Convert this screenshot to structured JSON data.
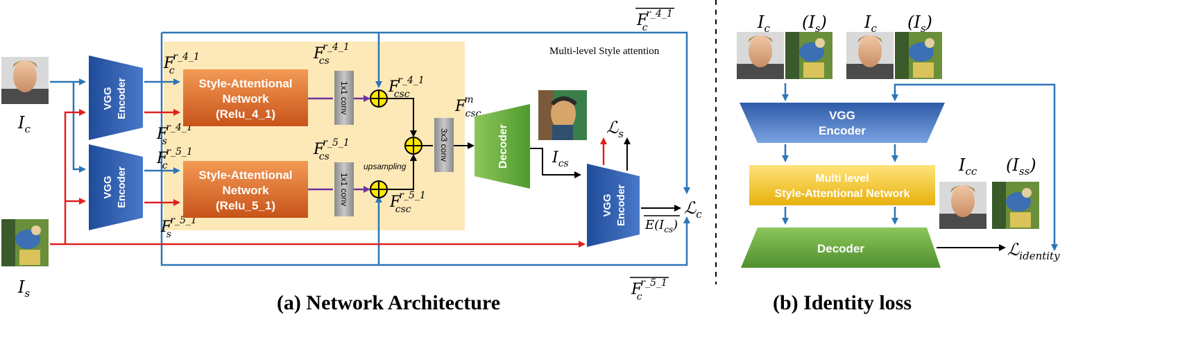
{
  "panel_a": {
    "caption": "(a) Network Architecture",
    "multi_level_label": "Multi-level Style attention",
    "encoder_label_line1": "VGG",
    "encoder_label_line2": "Encoder",
    "san_top_line1": "Style-Attentional",
    "san_top_line2": "Network",
    "san_top_line3": "(Relu_4_1)",
    "san_bottom_line1": "Style-Attentional",
    "san_bottom_line2": "Network",
    "san_bottom_line3": "(Relu_5_1)",
    "conv1_label": "1x1 conv",
    "conv3_label": "3x3 conv",
    "decoder_label": "Decoder",
    "upsampling_label": "upsampling",
    "input_content": "I",
    "input_content_sub": "c",
    "input_style": "I",
    "input_style_sub": "s",
    "output": "I",
    "output_sub": "cs",
    "loss_style": "ℒ",
    "loss_style_sub": "s",
    "loss_content": "ℒ",
    "loss_content_sub": "c",
    "f_c_41": "F",
    "f_c_41_sub": "c",
    "f_c_41_sup": "r_4_1",
    "f_s_41": "F",
    "f_s_41_sub": "s",
    "f_s_41_sup": "r_4_1",
    "f_c_51": "F",
    "f_c_51_sub": "c",
    "f_c_51_sup": "r_5_1",
    "f_s_51": "F",
    "f_s_51_sub": "s",
    "f_s_51_sup": "r_5_1",
    "f_cs_41": "F",
    "f_cs_41_sub": "cs",
    "f_cs_41_sup": "r_4_1",
    "f_cs_51": "F",
    "f_cs_51_sub": "cs",
    "f_cs_51_sup": "r_5_1",
    "f_csc_41": "F",
    "f_csc_41_sub": "csc",
    "f_csc_41_sup": "r_4_1",
    "f_csc_51": "F",
    "f_csc_51_sub": "csc",
    "f_csc_51_sup": "r_5_1",
    "f_csc_m": "F",
    "f_csc_m_sub": "csc",
    "f_csc_m_sup": "m",
    "f_bar_top": "F",
    "f_bar_top_sub": "c",
    "f_bar_top_sup": "r_4_1",
    "f_bar_bottom": "F",
    "f_bar_bottom_sub": "c",
    "f_bar_bottom_sup": "r_5_1",
    "e_ics": "E(I",
    "e_ics_sub": "cs",
    "e_ics_close": ")"
  },
  "panel_b": {
    "caption": "(b) Identity loss",
    "encoder_line1": "VGG",
    "encoder_line2": "Encoder",
    "san_line1": "Multi level",
    "san_line2": "Style-Attentional Network",
    "decoder_label": "Decoder",
    "ic_1": "I",
    "ic_1_sub": "c",
    "is_1": "(I",
    "is_1_sub": "s",
    "is_1_close": ")",
    "ic_2": "I",
    "ic_2_sub": "c",
    "is_2": "(I",
    "is_2_sub": "s",
    "is_2_close": ")",
    "icc": "I",
    "icc_sub": "cc",
    "iss": "(I",
    "iss_sub": "ss",
    "iss_close": ")",
    "loss": "ℒ",
    "loss_sub": "identity"
  },
  "colors": {
    "blue_arrow": "#2e75b6",
    "red_arrow": "#e02020",
    "purple_arrow": "#7030a0",
    "orange_box": "#e8742b",
    "yellow_region": "#fde9b8",
    "green": "#70ad47",
    "encoder_blue": "#2f5aa8",
    "gold": "#f2c40f"
  }
}
